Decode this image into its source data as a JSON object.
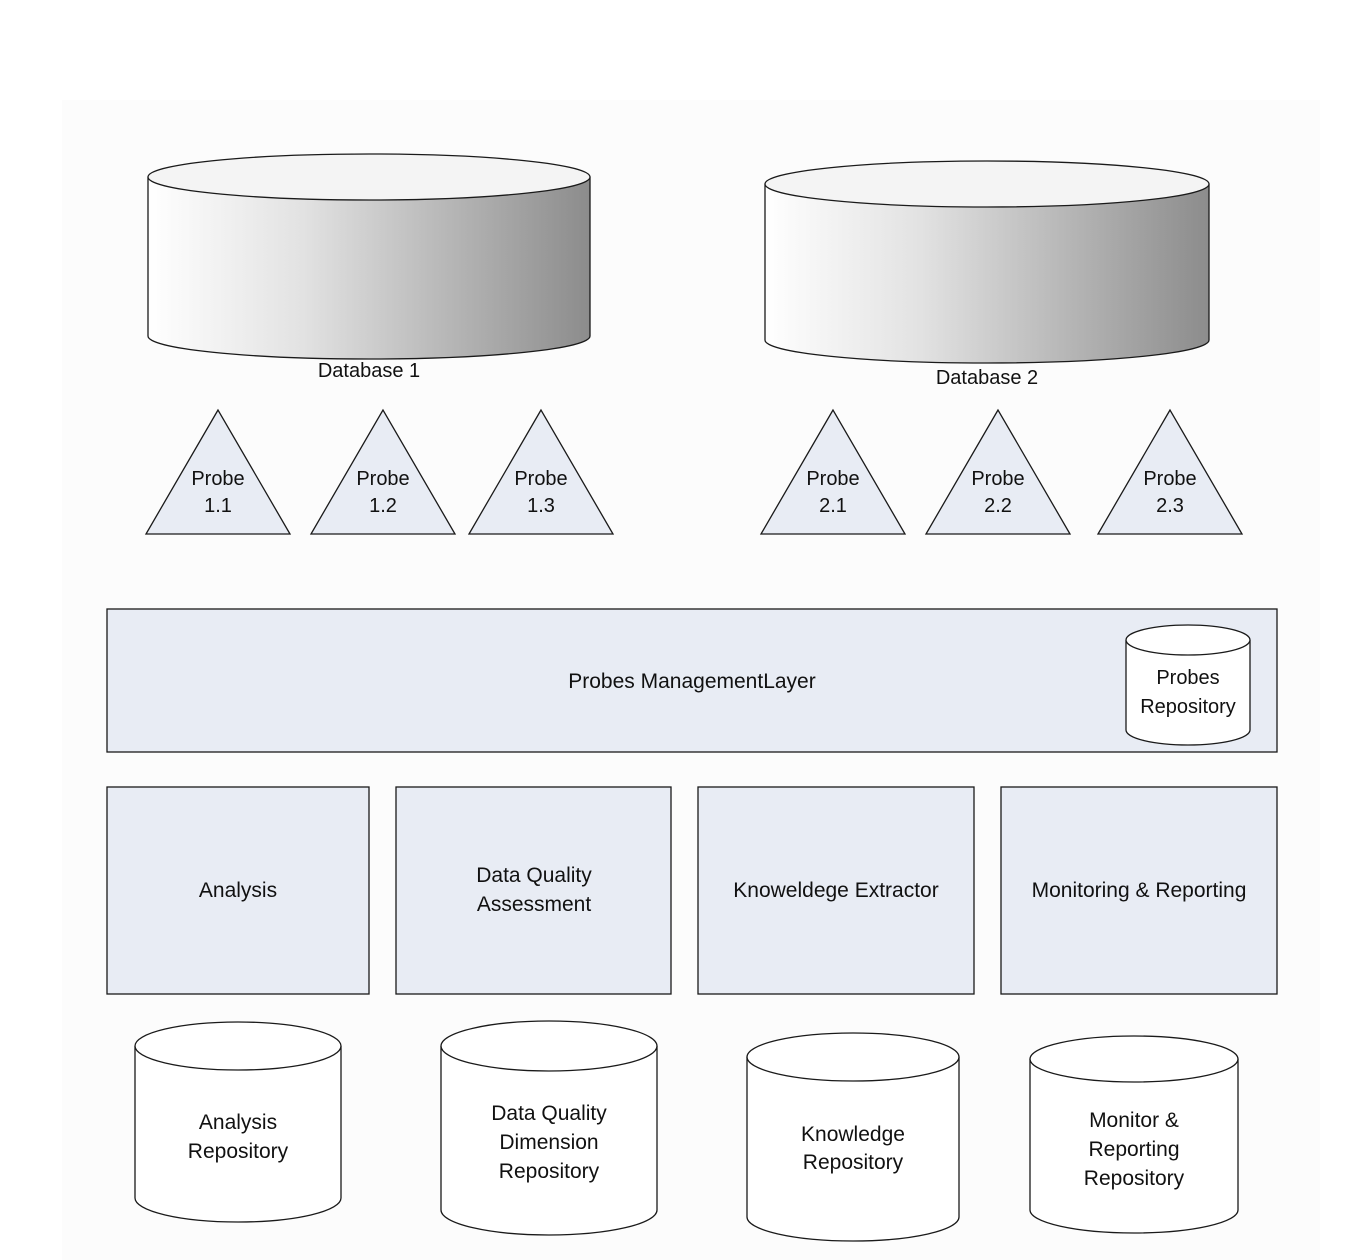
{
  "databases": [
    {
      "label": "Database 1"
    },
    {
      "label": "Database 2"
    }
  ],
  "probes": [
    {
      "line1": "Probe",
      "line2": "1.1"
    },
    {
      "line1": "Probe",
      "line2": "1.2"
    },
    {
      "line1": "Probe",
      "line2": "1.3"
    },
    {
      "line1": "Probe",
      "line2": "2.1"
    },
    {
      "line1": "Probe",
      "line2": "2.2"
    },
    {
      "line1": "Probe",
      "line2": "2.3"
    }
  ],
  "management_layer": {
    "label": "Probes ManagementLayer",
    "repository": {
      "line1": "Probes",
      "line2": "Repository"
    }
  },
  "modules": [
    {
      "lines": [
        "Analysis"
      ]
    },
    {
      "lines": [
        "Data Quality",
        "Assessment"
      ]
    },
    {
      "lines": [
        "Knoweldege Extractor"
      ]
    },
    {
      "lines": [
        "Monitoring & Reporting"
      ]
    }
  ],
  "repositories": [
    {
      "lines": [
        "Analysis",
        "Repository"
      ]
    },
    {
      "lines": [
        "Data Quality",
        "Dimension",
        "Repository"
      ]
    },
    {
      "lines": [
        "Knowledge",
        "Repository"
      ]
    },
    {
      "lines": [
        "Monitor &",
        "Reporting",
        "Repository"
      ]
    }
  ],
  "colors": {
    "box_fill": "#e8ecf4",
    "stroke": "#1a1a1a",
    "db_light": "#ffffff",
    "db_dark": "#8a8a8a"
  }
}
